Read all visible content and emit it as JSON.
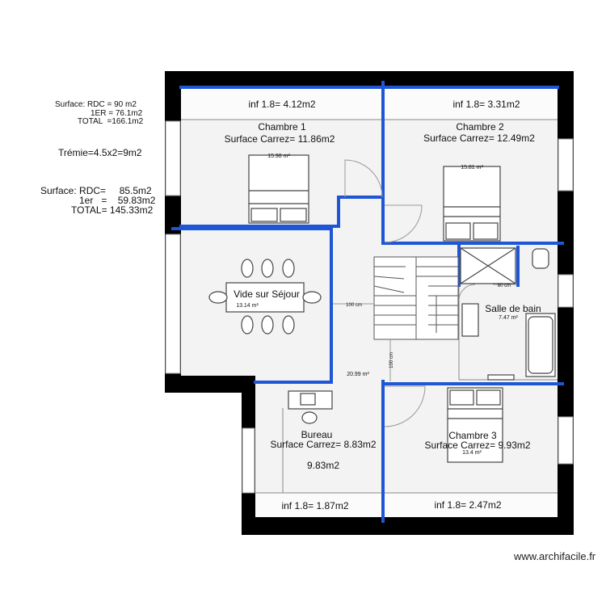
{
  "notes": {
    "surface_old": [
      "Surface: RDC = 90 m2",
      "1ER = 76.1m2",
      "TOTAL  =166.1m2"
    ],
    "tremie": "Trémie=4.5x2=9m2",
    "surface_new": [
      "Surface: RDC=     85.5m2",
      "1er   =    59.83m2",
      "TOTAL= 145.33m2"
    ]
  },
  "rooms": {
    "chambre1": {
      "name": "Chambre 1",
      "carrez": "Surface Carrez= 11.86m2",
      "area": "15.98 m²",
      "inf": "inf 1.8= 4.12m2"
    },
    "chambre2": {
      "name": "Chambre 2",
      "carrez": "Surface Carrez= 12.49m2",
      "area": "15.81 m²",
      "inf": "inf 1.8= 3.31m2"
    },
    "vide": {
      "name": "Vide sur Séjour",
      "area": "13.14 m²"
    },
    "palier": {
      "area": "20.99 m²",
      "dim_h": "100 cm",
      "dim_v": "100 cm"
    },
    "sdb": {
      "name": "Salle de bain",
      "area": "7.47 m²",
      "dim": "80 cm"
    },
    "bureau": {
      "name": "Bureau",
      "carrez": "Surface Carrez= 8.83m2",
      "extra": "9.83m2",
      "inf": "inf 1.8= 1.87m2"
    },
    "chambre3": {
      "name": "Chambre 3",
      "carrez": "Surface Carrez= 9.93m2",
      "area": "13.4 m²",
      "inf": "inf 1.8= 2.47m2"
    }
  },
  "colors": {
    "wall": "#000000",
    "line": "#1f56d6",
    "floor": "#f3f3f3",
    "furniture": "#444444"
  },
  "credit": "www.archifacile.fr"
}
